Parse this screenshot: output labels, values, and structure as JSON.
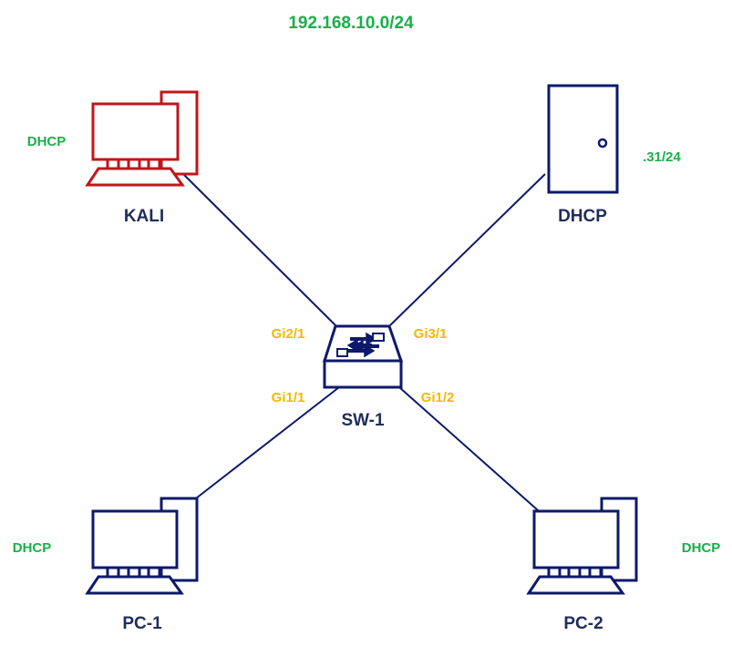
{
  "network": "192.168.10.0/24",
  "colors": {
    "navy": "#0d1a6b",
    "kali": "#c0161b",
    "green": "#18b04a",
    "port": "#f5b800",
    "node_label": "#1f2d5c"
  },
  "nodes": {
    "kali": {
      "label": "KALI",
      "addressing": "DHCP",
      "icon": "desktop-computer-icon"
    },
    "dhcp_server": {
      "label": "DHCP",
      "addressing": ".31/24",
      "icon": "server-icon"
    },
    "switch": {
      "label": "SW-1",
      "icon": "switch-icon"
    },
    "pc1": {
      "label": "PC-1",
      "addressing": "DHCP",
      "icon": "desktop-computer-icon"
    },
    "pc2": {
      "label": "PC-2",
      "addressing": "DHCP",
      "icon": "desktop-computer-icon"
    }
  },
  "ports": {
    "kali": "Gi2/1",
    "dhcp_server": "Gi3/1",
    "pc1": "Gi1/1",
    "pc2": "Gi1/2"
  }
}
